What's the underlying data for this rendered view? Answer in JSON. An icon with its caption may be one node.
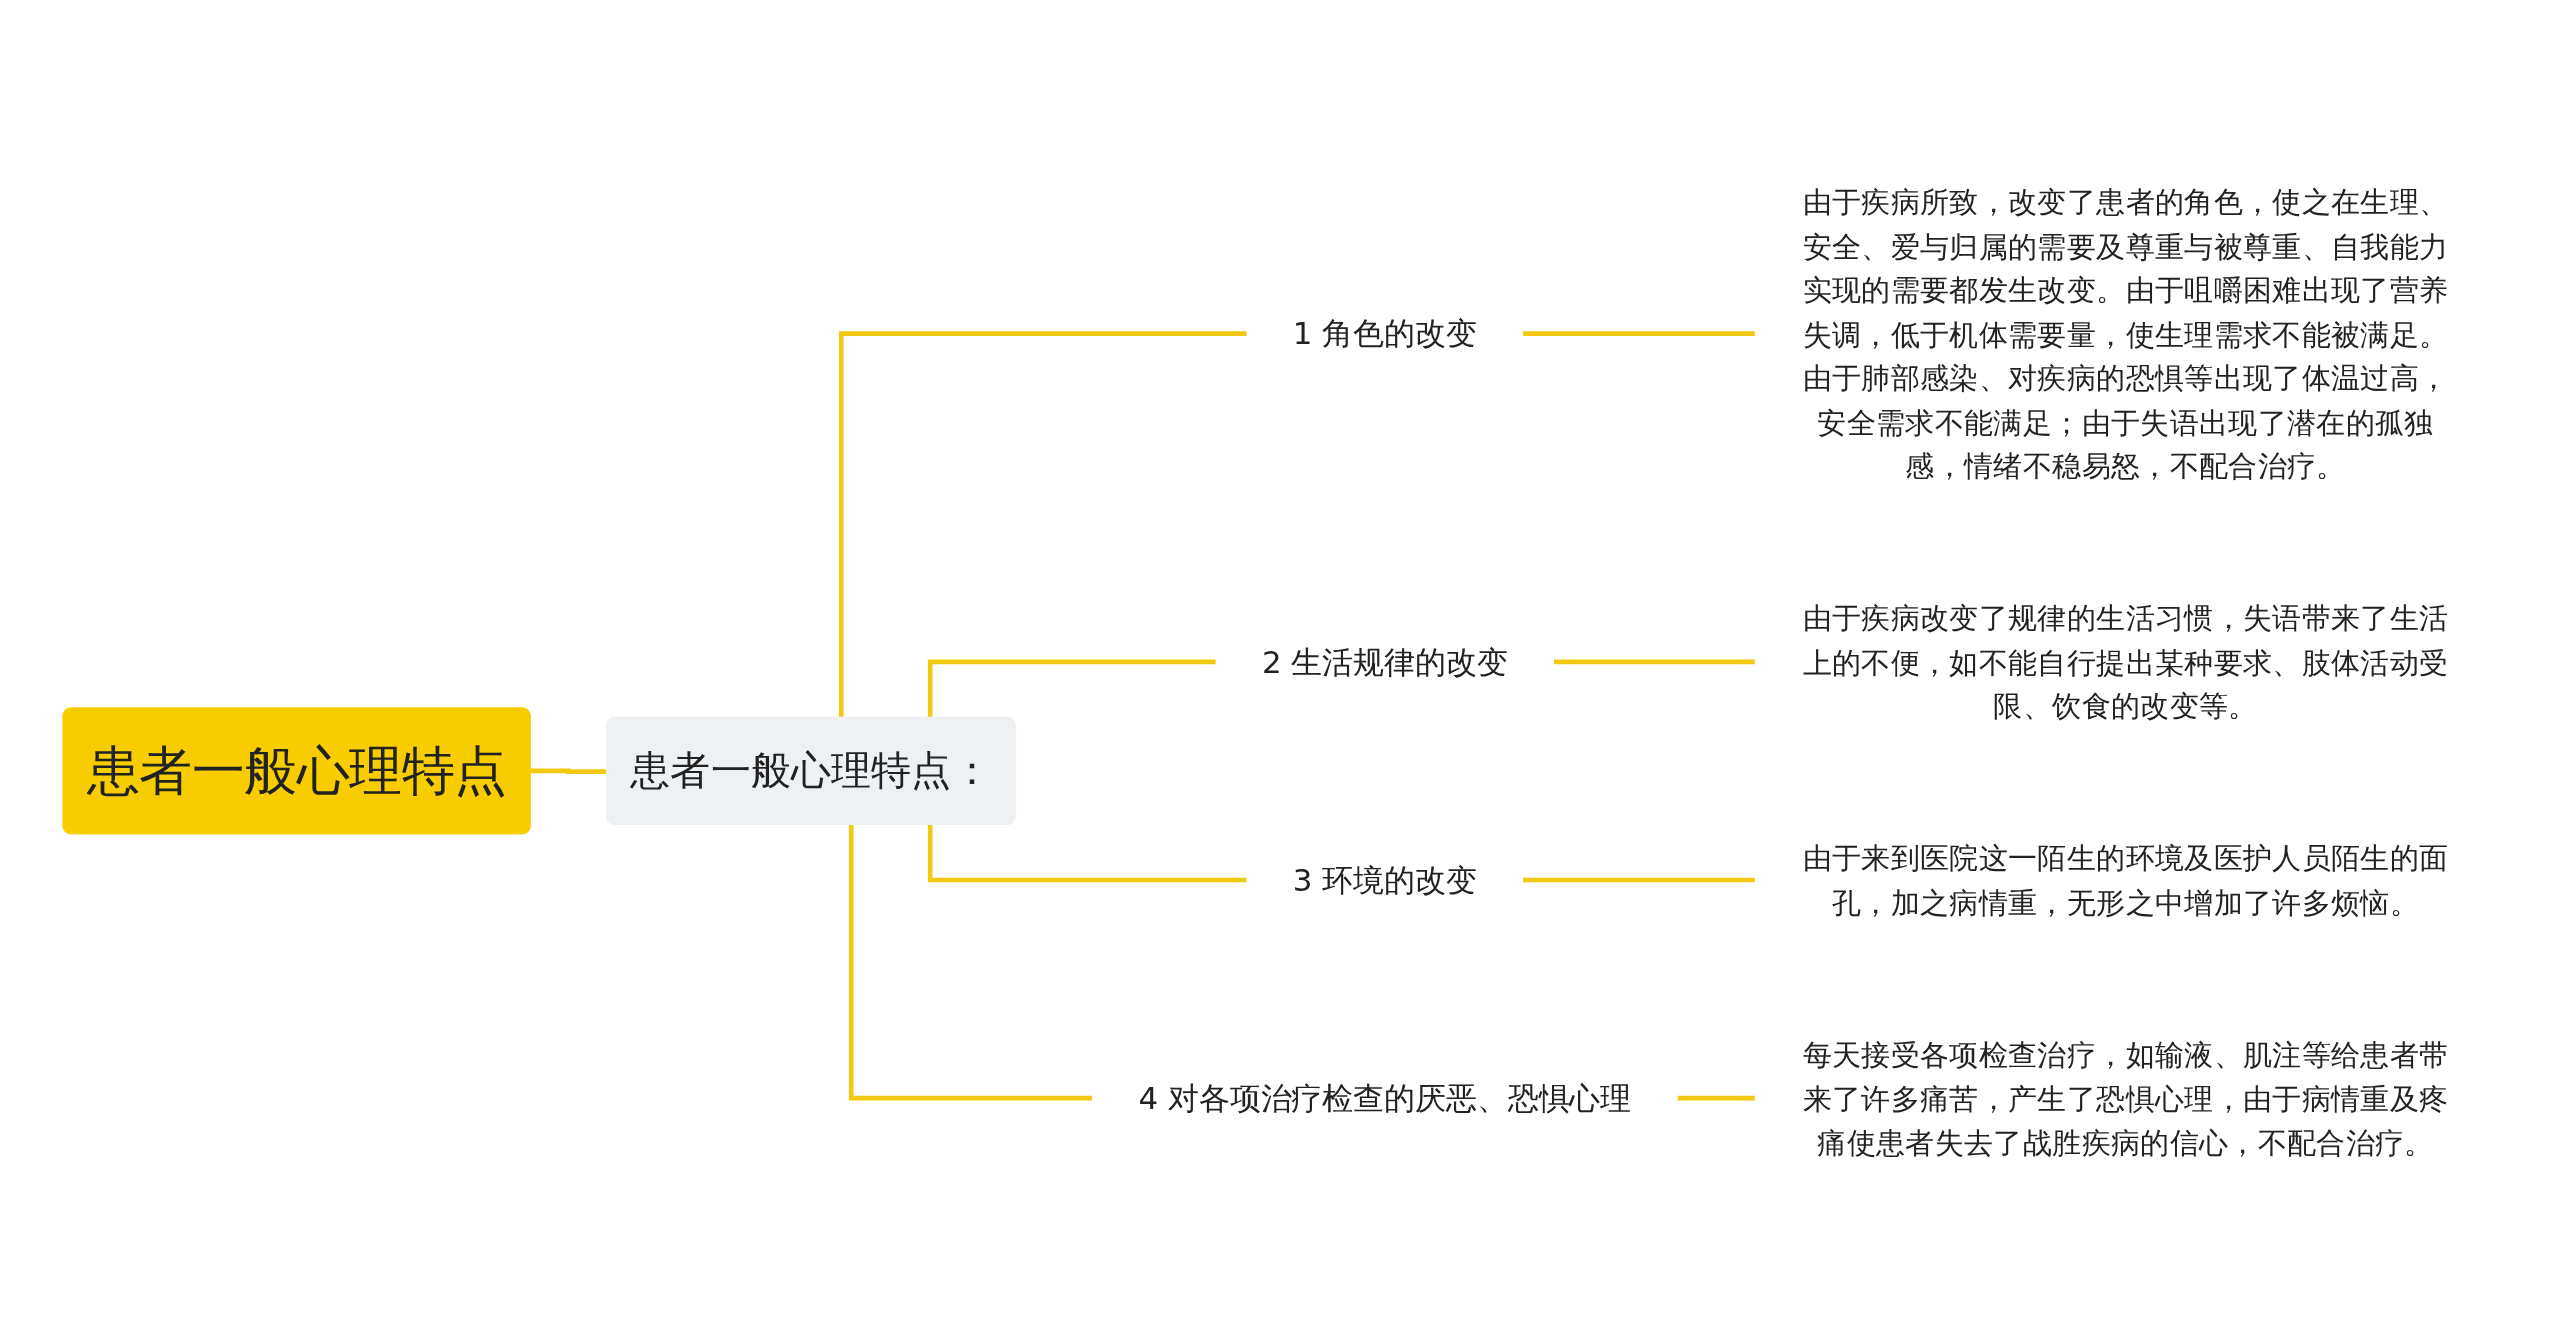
{
  "diagram": {
    "nodes": [
      {
        "text": [
          "患者一般心理特点"
        ]
      },
      {
        "text": [
          "患者一般心理特点："
        ]
      },
      {
        "text": [
          "1 角色的改变"
        ]
      },
      {
        "text": [
          "2 生活规律的改变"
        ]
      },
      {
        "text": [
          "3 环境的改变"
        ]
      },
      {
        "text": [
          "4 对各项治疗检查的厌恶、恐惧心理"
        ]
      },
      {
        "text": [
          "由于疾病所致，改变了患者的角色，使之在生理、安全、爱与归属的需要及尊重与被尊重、自我能力实现的需要都发生改变。由于咀嚼困难出现了营养失调，低于机体需要量，使生理需求不能被满足。由于肺部感染、对疾病的恐惧等出现了体温过高，安全需求不能满足；由于失语出现了潜在的孤独感，情绪不稳易怒，不配合治疗。"
        ]
      },
      {
        "text": [
          "由于疾病改变了规律的生活习惯，失语带来了生活上的不便，如不能自行提出某种要求、肢体活动受限、饮食的改变等。"
        ]
      },
      {
        "text": [
          "由于来到医院这一陌生的环境及医护人员陌生的面孔，加之病情重，无形之中增加了许多烦恼。"
        ]
      },
      {
        "text": [
          "每天接受各项检查治疗，如输液、肌注等给患者带来了许多痛苦，产生了恐惧心理，由于病情重及疼痛使患者失去了战胜疾病的信心，不配合治疗。"
        ]
      }
    ],
    "edges": [
      {
        "from": 0,
        "to": 1,
        "arrow": "none"
      },
      {
        "from": 1,
        "to": 2,
        "arrow": "none"
      },
      {
        "from": 1,
        "to": 3,
        "arrow": "none"
      },
      {
        "from": 1,
        "to": 4,
        "arrow": "none"
      },
      {
        "from": 1,
        "to": 5,
        "arrow": "none"
      },
      {
        "from": 2,
        "to": 6,
        "arrow": "none"
      },
      {
        "from": 3,
        "to": 7,
        "arrow": "none"
      },
      {
        "from": 4,
        "to": 8,
        "arrow": "none"
      },
      {
        "from": 5,
        "to": 9,
        "arrow": "none"
      }
    ]
  }
}
